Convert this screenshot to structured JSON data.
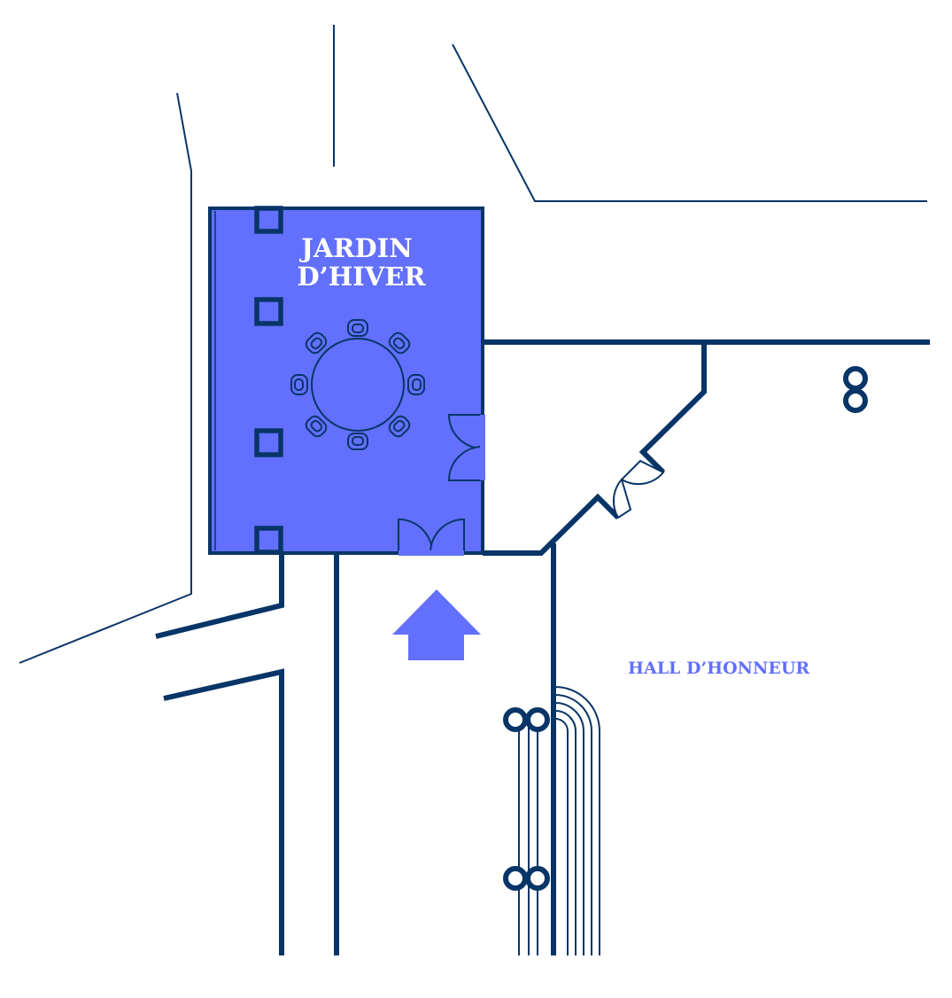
{
  "map": {
    "rooms": [
      {
        "id": "jardin-d-hiver",
        "label_lines": [
          "JARDIN",
          "D’HIVER"
        ],
        "highlighted": true
      }
    ],
    "areas": [
      {
        "id": "hall-d-honneur",
        "label": "HALL D’HONNEUR"
      }
    ],
    "entrance_arrow": {
      "direction": "up",
      "target": "jardin-d-hiver"
    },
    "furniture": {
      "round_table_seats": 8
    }
  },
  "colors": {
    "highlight": "#6270fd",
    "wall": "#083567",
    "background": "#ffffff",
    "label_on_highlight": "#ffffff"
  }
}
